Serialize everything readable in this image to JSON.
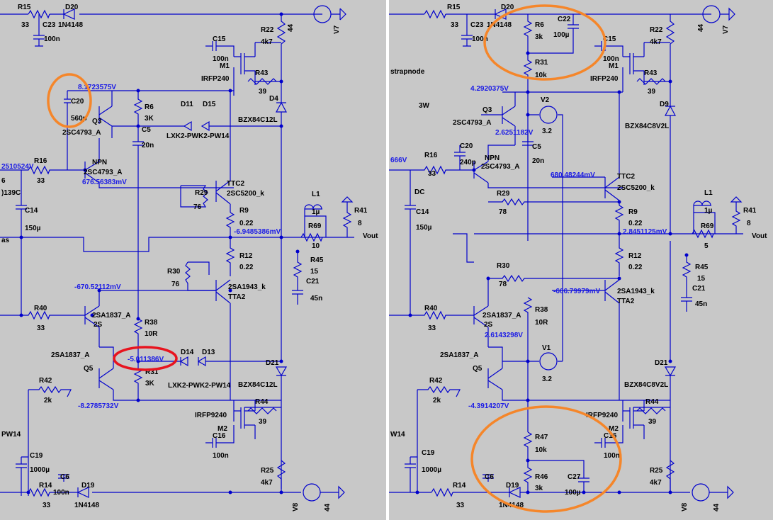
{
  "colors": {
    "background": "#c8c8c8",
    "wire": "#0000cc",
    "voltage_label": "#1a1ae6",
    "highlight_orange": "#f5862a",
    "highlight_red": "#e8141e"
  },
  "left": {
    "labels": {
      "R15": "R15",
      "R15v": "33",
      "D20": "D20",
      "D20v": "1N4148",
      "C23": "C23",
      "C23v": "100n",
      "R22": "R22",
      "R22v": "4k7",
      "V7": "V7",
      "V7v": "44",
      "C15": "C15",
      "C15v": "100n",
      "M1": "M1",
      "M1v": "IRFP240",
      "R43": "R43",
      "R43v": "39",
      "D4": "D4",
      "C20": "C20",
      "C20v": "560p",
      "Q3": "Q3",
      "Q3v": "2SC4793_A",
      "R6": "R6",
      "R6v": "3K",
      "C5": "C5",
      "C5v": "20n",
      "D11": "D11",
      "D15": "D15",
      "LXK": "LXK2-PWK2-PW14",
      "BZX": "BZX84C12L",
      "R16": "R16",
      "R16v": "33",
      "NPN": "NPN",
      "NPNv": "2SC4793_A",
      "D139": ")139C",
      "C14": "C14",
      "C14v": "150µ",
      "TTC2": "TTC2",
      "TTC2v": "2SC5200_k",
      "R29": "R29",
      "R29v": "76",
      "R9": "R9",
      "R9v": "0.22",
      "L1": "L1",
      "L1v": "1µ",
      "R41": "R41",
      "R41v": "8",
      "R69": "R69",
      "R69v": "10",
      "Vout": "Vout",
      "as": "as",
      "R12": "R12",
      "R12v": "0.22",
      "R45": "R45",
      "R45v": "15",
      "C21": "C21",
      "C21v": "45n",
      "R30": "R30",
      "R30v": "76",
      "Q1837": "2SA1837_A",
      "Q2S": "2S",
      "R38": "R38",
      "R38v": "10R",
      "R40": "R40",
      "R40v": "33",
      "TTA2v": "2SA1943_k",
      "TTA2": "TTA2",
      "Q5": "Q5",
      "Q5v": "2SA1837_A",
      "D14": "D14",
      "D13": "D13",
      "D21": "D21",
      "R31": "R31",
      "R31v": "3K",
      "LXK2": "LXK2-PWK2-PW14",
      "BZX2": "BZX84C12L",
      "R42": "R42",
      "R42v": "2k",
      "R44": "R44",
      "R44v": "39",
      "M2v": "IRFP9240",
      "M2": "M2",
      "C16": "C16",
      "C16v": "100n",
      "PW14": "PW14",
      "C19": "C19",
      "C19v": "1000µ",
      "C6": "C6",
      "R14": "R14",
      "R14v": "33",
      "C6v": "100n",
      "D19": "D19",
      "D19v": "1N4148",
      "R25": "R25",
      "R25v": "4k7",
      "V8": "V8",
      "V8v": "44",
      "six": "6"
    },
    "voltages": {
      "v1": "8.1723575V",
      "v2": "2510524V",
      "v3": "676.56383mV",
      "v4": "-6.9485386mV",
      "v5": "-670.52112mV",
      "v6": "-5.011386V",
      "v7": "-8.2785732V"
    }
  },
  "right": {
    "labels": {
      "R15": "R15",
      "R15v": "33",
      "D20": "D20",
      "D20v": "1N4148",
      "C23": "C23",
      "C23v": "100n",
      "R6": "R6",
      "R6v": "3k",
      "C22": "C22",
      "C22v": "100µ",
      "R31": "R31",
      "R31v": "10k",
      "R22": "R22",
      "R22v": "4k7",
      "V7": "V7",
      "V7v": "44",
      "C15": "C15",
      "C15v": "100n",
      "M1": "M1",
      "M1v": "IRFP240",
      "R43": "R43",
      "R43v": "39",
      "strap": "strapnode",
      "W3": "3W",
      "Q3": "Q3",
      "Q3v": "2SC4793_A",
      "V2": "V2",
      "V2v": "3.2",
      "D9": "D9",
      "BZX": "BZX84C8V2L",
      "R16": "R16",
      "R16v": "33",
      "C20": "C20",
      "C20v": "240p",
      "NPN": "NPN",
      "NPNv": "2SC4793_A",
      "C5": "C5",
      "C5v": "20n",
      "TTC2": "TTC2",
      "TTC2v": "2SC5200_k",
      "R29": "R29",
      "R29v": "78",
      "DC": "DC",
      "C14": "C14",
      "C14v": "150µ",
      "R9": "R9",
      "R9v": "0.22",
      "L1": "L1",
      "L1v": "1µ",
      "R41": "R41",
      "R41v": "8",
      "R69": "R69",
      "R69v": "5",
      "Vout": "Vout",
      "R12": "R12",
      "R12v": "0.22",
      "R45": "R45",
      "R45v": "15",
      "C21": "C21",
      "C21v": "45n",
      "R30": "R30",
      "R30v": "78",
      "R40": "R40",
      "R40v": "33",
      "Q1837": "2SA1837_A",
      "Q2S": "2S",
      "R38": "R38",
      "R38v": "10R",
      "TTA2v": "2SA1943_k",
      "TTA2": "TTA2",
      "Q5": "Q5",
      "Q5v": "2SA1837_A",
      "V1": "V1",
      "V1v": "3.2",
      "D21": "D21",
      "R42": "R42",
      "R42v": "2k",
      "BZX2": "BZX84C8V2L",
      "R44": "R44",
      "R44v": "39",
      "M2v": "IRFP9240",
      "M2": "M2",
      "C16": "C16",
      "C16v": "100n",
      "W14": "W14",
      "R47": "R47",
      "R47v": "10k",
      "C19": "C19",
      "C19v": "1000µ",
      "C6": "C6",
      "R46": "R46",
      "R46v": "3k",
      "C27": "C27",
      "C27v": "100µ",
      "R14": "R14",
      "R14v": "33",
      "D19": "D19",
      "D19v": "1N4148",
      "R25": "R25",
      "R25v": "4k7",
      "V8": "V8",
      "V8v": "44",
      "six": "666V"
    },
    "voltages": {
      "v1": "4.2920375V",
      "v2": "2.6251182V",
      "v3": "680.48244mV",
      "v4": "2.8451125mV",
      "v5": "-666.79979mV",
      "v6": "2.6143298V",
      "v7": "-4.3914207V"
    }
  }
}
